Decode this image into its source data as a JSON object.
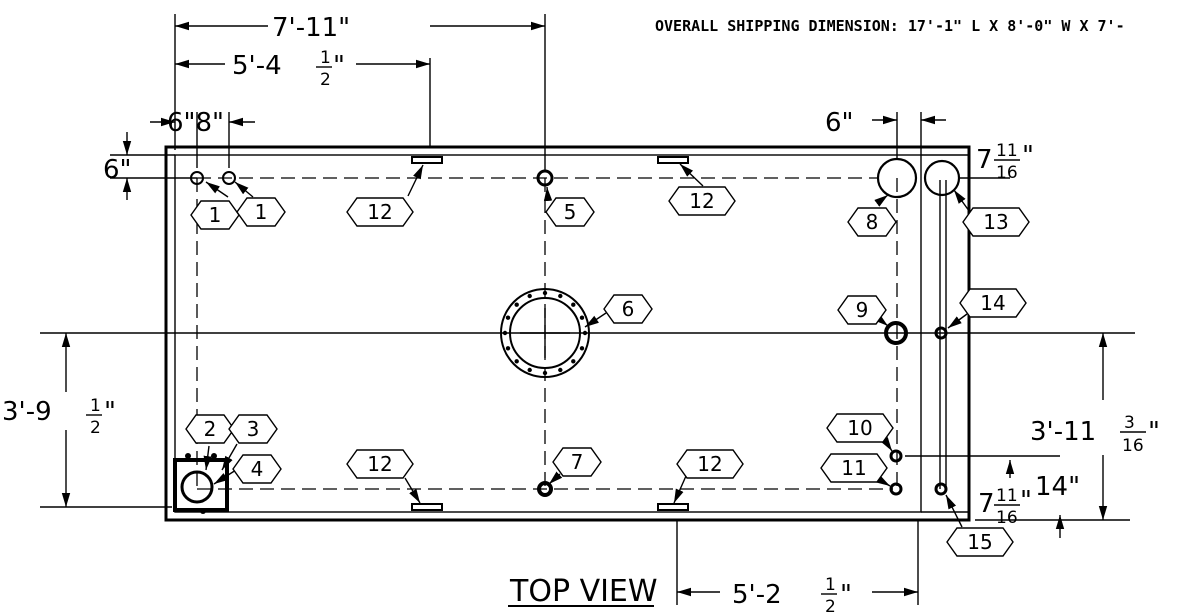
{
  "note": "OVERALL SHIPPING DIMENSION: 17'-1\" L X 8'-0\" W X 7'-",
  "view_title": "TOP VIEW",
  "dimensions": {
    "overall_7_11": "7'-11\"",
    "d_5_4": "5'-4",
    "d_6_8": "6\"8\"",
    "d_6_left": "6\"",
    "d_6_right": "6\"",
    "d_7_11_16_top": "7",
    "d_3_9": "3'-9",
    "d_3_11": "3'-11",
    "d_7_11_16_bottom": "7",
    "d_14": "14\"",
    "d_5_2": "5'-2",
    "inch_mark": "\"",
    "frac_1_2_num": "1",
    "frac_1_2_den": "2",
    "frac_3_16_num": "3",
    "frac_16_den": "16",
    "frac_11_num": "11"
  },
  "tags": [
    {
      "label": "1"
    },
    {
      "label": "1"
    },
    {
      "label": "12"
    },
    {
      "label": "5"
    },
    {
      "label": "12"
    },
    {
      "label": "8"
    },
    {
      "label": "13"
    },
    {
      "label": "6"
    },
    {
      "label": "9"
    },
    {
      "label": "14"
    },
    {
      "label": "2"
    },
    {
      "label": "3"
    },
    {
      "label": "4"
    },
    {
      "label": "12"
    },
    {
      "label": "7"
    },
    {
      "label": "12"
    },
    {
      "label": "10"
    },
    {
      "label": "11"
    },
    {
      "label": "15"
    }
  ]
}
